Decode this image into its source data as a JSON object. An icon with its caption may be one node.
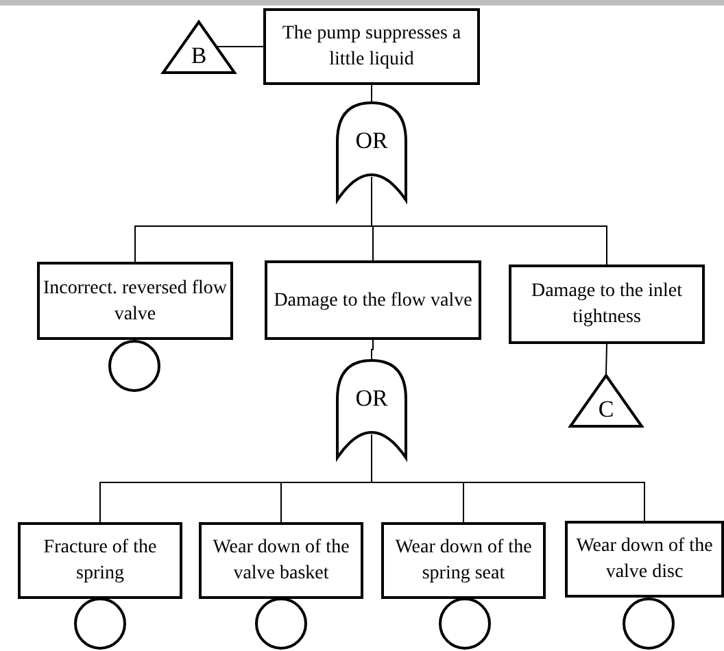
{
  "diagram": {
    "nodes": [
      {
        "text": [
          "The pump suppresses a little liquid"
        ]
      },
      {
        "text": [
          "B"
        ]
      },
      {
        "text": [
          "OR"
        ]
      },
      {
        "text": [
          "Incorrect. reversed flow valve"
        ]
      },
      {
        "text": [
          "Damage to the flow valve"
        ]
      },
      {
        "text": [
          "Damage to the inlet tightness"
        ]
      },
      {
        "text": [],
        "shape": "circle"
      },
      {
        "text": [
          "OR"
        ]
      },
      {
        "text": [
          "C"
        ]
      },
      {
        "text": [
          "Fracture of the spring"
        ]
      },
      {
        "text": [
          "Wear down of the valve basket"
        ]
      },
      {
        "text": [
          "Wear down of the spring seat"
        ]
      },
      {
        "text": [
          "Wear down of the valve disc"
        ]
      },
      {
        "text": [],
        "shape": "circle"
      },
      {
        "text": [],
        "shape": "circle"
      },
      {
        "text": [],
        "shape": "circle"
      },
      {
        "text": [],
        "shape": "circle"
      }
    ],
    "edges": [
      {
        "from": 1,
        "to": 0,
        "arrow": "none"
      },
      {
        "from": 0,
        "to": 2,
        "arrow": "none"
      },
      {
        "from": 2,
        "to": 3,
        "arrow": "none"
      },
      {
        "from": 2,
        "to": 4,
        "arrow": "none"
      },
      {
        "from": 2,
        "to": 5,
        "arrow": "none"
      },
      {
        "from": 4,
        "to": 7,
        "arrow": "none"
      },
      {
        "from": 5,
        "to": 8,
        "arrow": "none"
      },
      {
        "from": 7,
        "to": 9,
        "arrow": "none"
      },
      {
        "from": 7,
        "to": 10,
        "arrow": "none"
      },
      {
        "from": 7,
        "to": 11,
        "arrow": "none"
      },
      {
        "from": 7,
        "to": 12,
        "arrow": "none"
      }
    ]
  }
}
